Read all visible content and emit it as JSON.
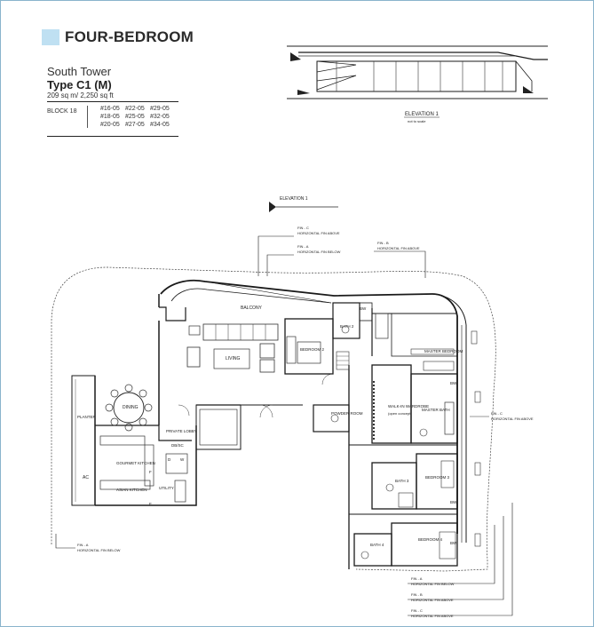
{
  "header": {
    "title": "FOUR-BEDROOM"
  },
  "unit": {
    "tower": "South Tower",
    "type": "Type C1 (M)",
    "area": "209 sq m/ 2,250 sq ft",
    "block": "BLOCK 18",
    "units": [
      "#16-05",
      "#22-05",
      "#29-05",
      "#18-05",
      "#25-05",
      "#32-05",
      "#20-05",
      "#27-05",
      "#34-05"
    ]
  },
  "elevation": {
    "label": "ELEVATION 1",
    "sublabel": "not to scale",
    "marker": "ELEVATION 1"
  },
  "rooms": {
    "balcony": "BALCONY",
    "living": "LIVING",
    "dining": "DINING",
    "planter": "PLANTER",
    "ac": "AC",
    "gourmet_kitchen": "GOURMET KITCHEN",
    "asian_kitchen": "ASIAN KITCHEN",
    "utility": "UTILITY",
    "private_lobby": "PRIVATE LOBBY",
    "db_sc": "DB/SC",
    "bedroom2": "BEDROOM 2",
    "bath2": "BATH 2",
    "bw1": "BW",
    "bw2": "BW",
    "bw3": "BW",
    "bw4": "BW",
    "master_bedroom": "MASTER BEDROOM",
    "walk_in_wardrobe": "WALK-IN WARDROBE",
    "open_concept": "(open concept)",
    "master_bath": "MASTER BATH",
    "powder_room": "POWDER ROOM",
    "bath3": "BATH 3",
    "bedroom3": "BEDROOM 3",
    "bath4": "BATH 4",
    "bedroom4": "BEDROOM 4",
    "d": "D",
    "w": "W",
    "f1": "F",
    "f2": "F"
  },
  "annotations": {
    "fin_c_top": [
      "FIN - C",
      "HORIZONTAL FIN ABOVE"
    ],
    "fin_a_top": [
      "FIN - A",
      "HORIZONTAL FIN BELOW"
    ],
    "fin_b_top": [
      "FIN - B",
      "HORIZONTAL FIN ABOVE"
    ],
    "fin_c_right": [
      "FIN - C",
      "HORIZONTAL FIN ABOVE"
    ],
    "fin_a_left": [
      "FIN - A",
      "HORIZONTAL FIN BELOW"
    ],
    "fin_a_bottom": [
      "FIN - A",
      "HORIZONTAL FIN BELOW"
    ],
    "fin_b_bottom": [
      "FIN - B",
      "HORIZONTAL FIN ABOVE"
    ],
    "fin_c_bottom": [
      "FIN - C",
      "HORIZONTAL FIN ABOVE"
    ]
  }
}
